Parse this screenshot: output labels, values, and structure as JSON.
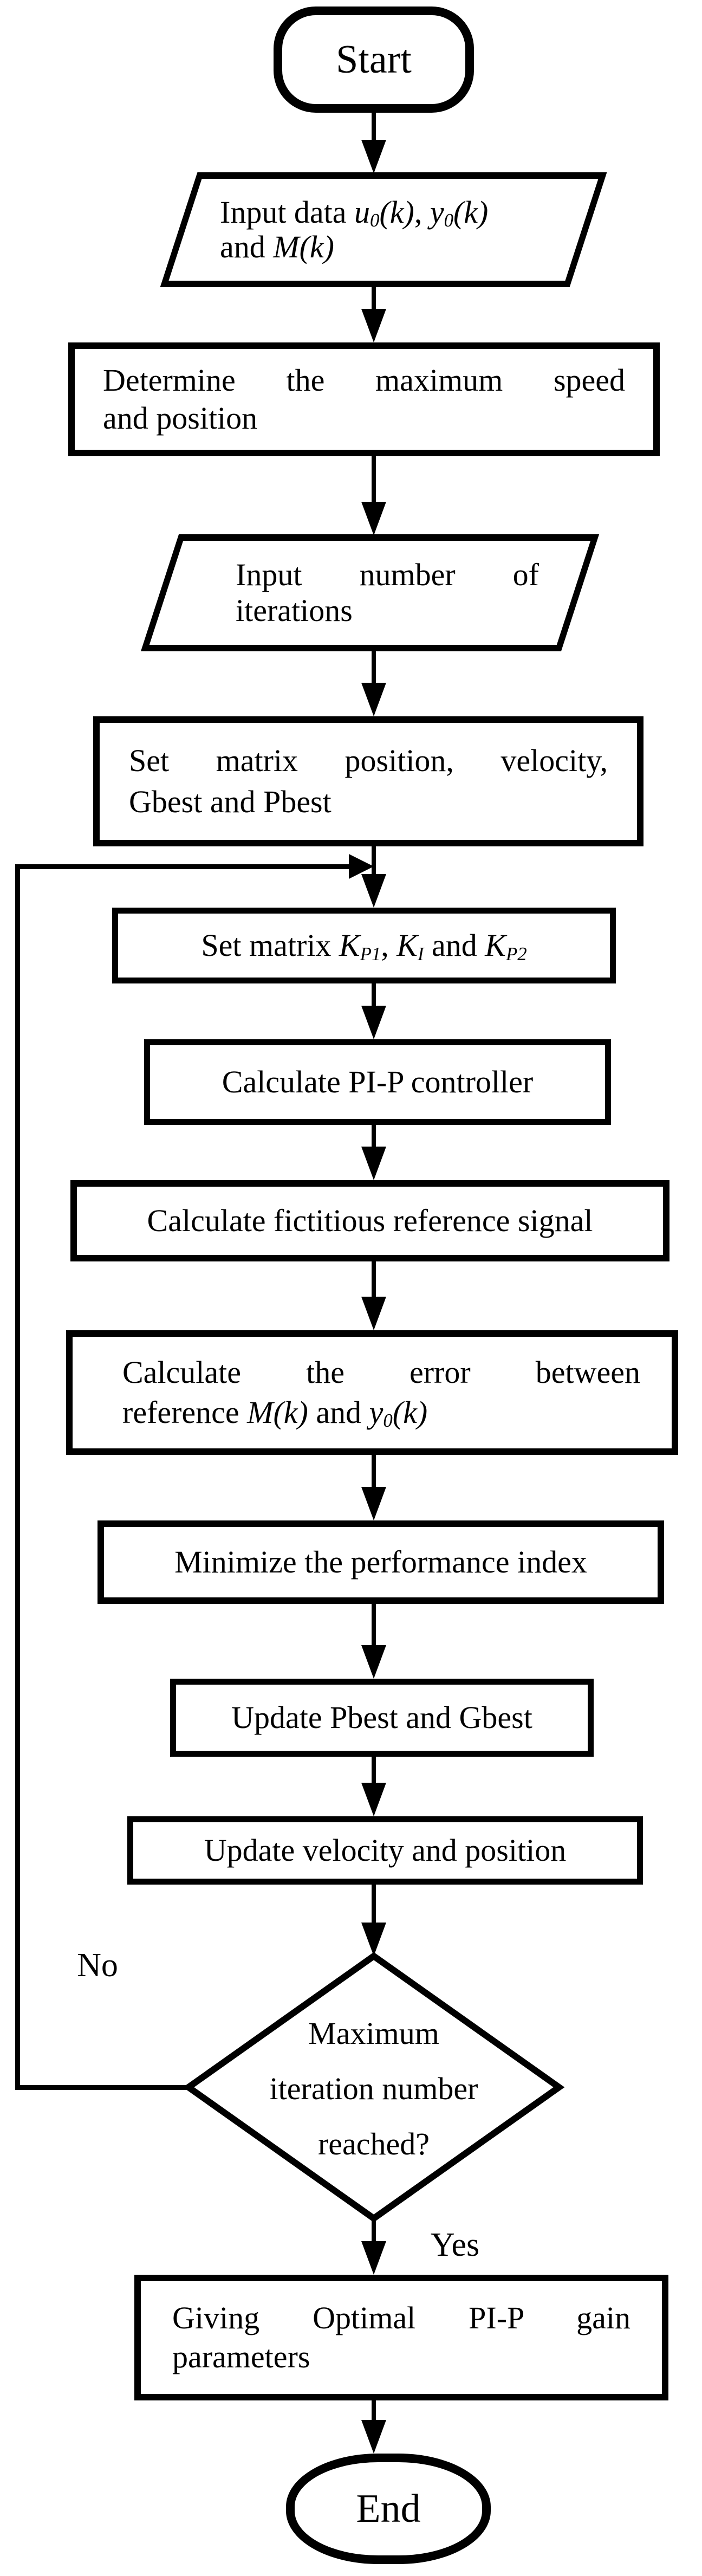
{
  "figure": {
    "kind": "flowchart",
    "ink_color": "#000000",
    "background_color": "#ffffff"
  },
  "nodes": {
    "start": {
      "label": "Start"
    },
    "io_input_data": {
      "lines": [
        [
          {
            "t": "Input data "
          },
          {
            "t": "u",
            "i": 1
          },
          {
            "t": "0",
            "i": 1,
            "s": 1
          },
          {
            "t": "(k)",
            "i": 1
          },
          {
            "t": ", "
          },
          {
            "t": "y",
            "i": 1
          },
          {
            "t": "0",
            "i": 1,
            "s": 1
          },
          {
            "t": "(k)",
            "i": 1
          }
        ],
        [
          {
            "t": "and "
          },
          {
            "t": "M(k)",
            "i": 1
          }
        ]
      ]
    },
    "determine_max_speed": {
      "lines": [
        [
          {
            "t": "Determine the maximum speed"
          }
        ],
        [
          {
            "t": "and position"
          }
        ]
      ]
    },
    "input_iterations": {
      "lines": [
        [
          {
            "t": "Input number of"
          }
        ],
        [
          {
            "t": "iterations"
          }
        ]
      ]
    },
    "set_matrix_pso": {
      "lines": [
        [
          {
            "t": "Set matrix position, velocity,"
          }
        ],
        [
          {
            "t": "Gbest and Pbest"
          }
        ]
      ]
    },
    "set_matrix_gains": {
      "lines": [
        [
          {
            "t": "Set matrix "
          },
          {
            "t": "K",
            "i": 1
          },
          {
            "t": "P1",
            "i": 1,
            "s": 1
          },
          {
            "t": ", "
          },
          {
            "t": "K",
            "i": 1
          },
          {
            "t": "I",
            "i": 1,
            "s": 1
          },
          {
            "t": " and "
          },
          {
            "t": "K",
            "i": 1
          },
          {
            "t": "P2",
            "i": 1,
            "s": 1
          }
        ]
      ]
    },
    "calc_pip_controller": {
      "lines": [
        [
          {
            "t": "Calculate PI-P controller"
          }
        ]
      ]
    },
    "calc_fictitious_ref": {
      "lines": [
        [
          {
            "t": "Calculate fictitious reference signal"
          }
        ]
      ]
    },
    "calc_error": {
      "lines": [
        [
          {
            "t": "Calculate the error between"
          }
        ],
        [
          {
            "t": "reference "
          },
          {
            "t": "M(k)",
            "i": 1
          },
          {
            "t": " and "
          },
          {
            "t": "y",
            "i": 1
          },
          {
            "t": "0",
            "i": 1,
            "s": 1
          },
          {
            "t": "(k)",
            "i": 1
          }
        ]
      ]
    },
    "minimize_perf_index": {
      "lines": [
        [
          {
            "t": "Minimize the performance index"
          }
        ]
      ]
    },
    "update_pbest_gbest": {
      "lines": [
        [
          {
            "t": "Update Pbest and Gbest"
          }
        ]
      ]
    },
    "update_velocity_position": {
      "lines": [
        [
          {
            "t": "Update velocity and position"
          }
        ]
      ]
    },
    "decision_max_iteration": {
      "lines": [
        [
          {
            "t": "Maximum"
          }
        ],
        [
          {
            "t": "iteration number"
          }
        ],
        [
          {
            "t": "reached?"
          }
        ]
      ]
    },
    "giving_optimal_gains": {
      "lines": [
        [
          {
            "t": "Giving Optimal PI-P gain"
          }
        ],
        [
          {
            "t": "parameters"
          }
        ]
      ]
    },
    "end": {
      "label": "End"
    }
  },
  "edge_labels": {
    "no": "No",
    "yes": "Yes"
  }
}
